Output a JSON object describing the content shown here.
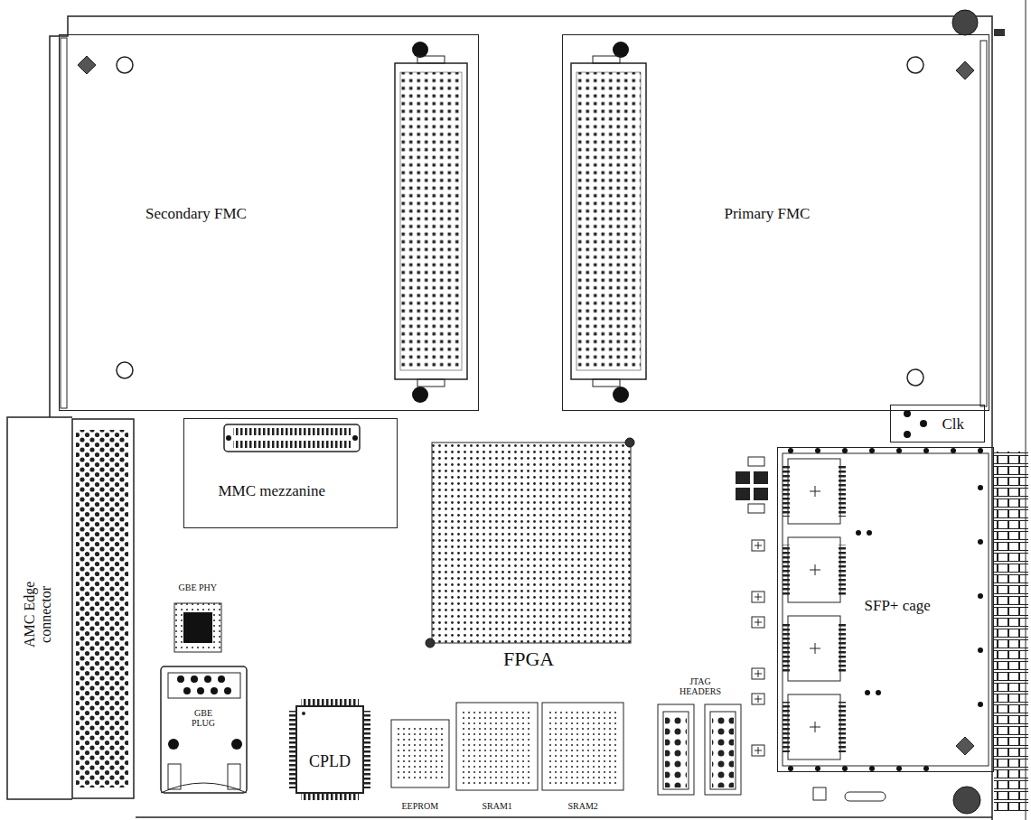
{
  "diagram": {
    "nodes": [
      {
        "text": [
          "Secondary FMC"
        ]
      },
      {
        "text": [
          "Primary FMC"
        ]
      },
      {
        "text": [
          "Clk"
        ]
      },
      {
        "text": [
          "MMC mezzanine"
        ]
      },
      {
        "text": [
          "FPGA"
        ]
      },
      {
        "text": [
          "SFP+ cage"
        ]
      },
      {
        "text": [
          "AMC Edge connector"
        ]
      },
      {
        "text": [
          "GBE PHY"
        ]
      },
      {
        "text": [
          "GBE PLUG"
        ]
      },
      {
        "text": [
          "CPLD"
        ]
      },
      {
        "text": [
          "EEPROM"
        ]
      },
      {
        "text": [
          "SRAM1"
        ]
      },
      {
        "text": [
          "SRAM2"
        ]
      },
      {
        "text": [
          "JTAG HEADERS"
        ]
      }
    ]
  }
}
